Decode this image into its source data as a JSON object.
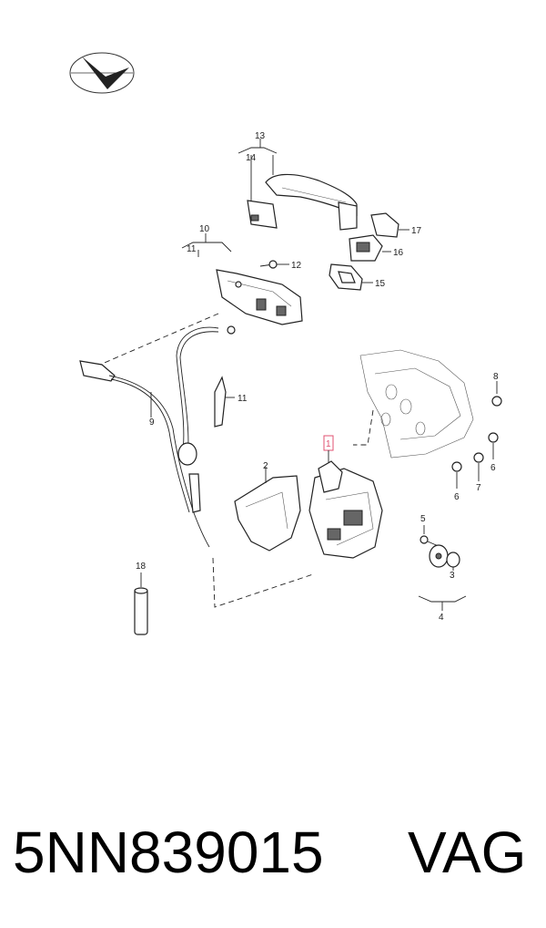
{
  "callouts": {
    "c1": "1",
    "c2": "2",
    "c3": "3",
    "c4": "4",
    "c5": "5",
    "c6a": "6",
    "c6b": "6",
    "c7": "7",
    "c8": "8",
    "c9": "9",
    "c10": "10",
    "c11a": "11",
    "c11b": "11",
    "c12": "12",
    "c13": "13",
    "c14": "14",
    "c15": "15",
    "c16": "16",
    "c17": "17",
    "c18": "18"
  },
  "footer": {
    "part_number": "5NN839015",
    "brand": "VAG"
  },
  "colors": {
    "highlight": "#e05070",
    "ink": "#222222"
  },
  "icons": {
    "logo": "compass-arrow-logo"
  }
}
